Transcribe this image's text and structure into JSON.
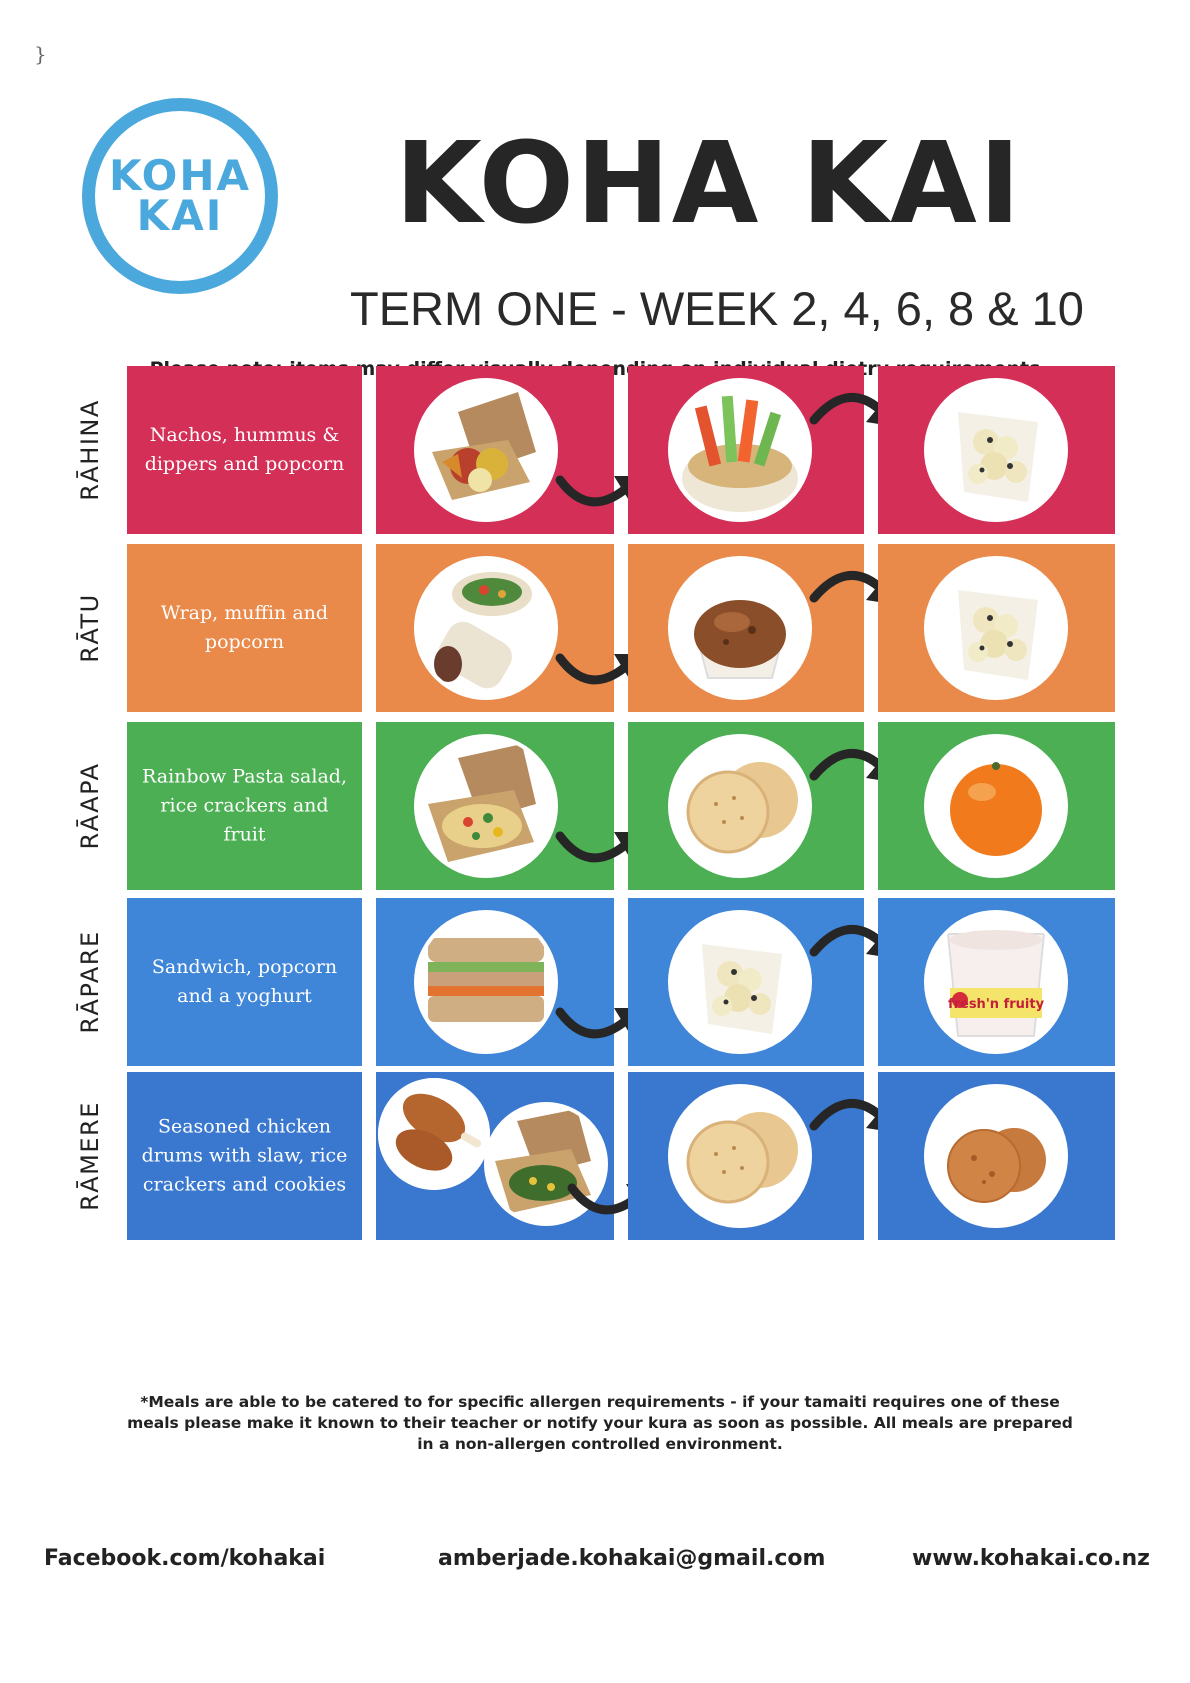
{
  "stray_mark": "}",
  "logo": {
    "line1": "KOHA",
    "line2": "KAI",
    "color": "#4aa8dd"
  },
  "title": "KOHA KAI",
  "subtitle": "TERM ONE - WEEK 2, 4, 6, 8 & 10",
  "note": "Please note: items may differ visually depending on individual dietry requirements",
  "days": [
    {
      "day": "RĀHINA",
      "description": "Nachos, hummus & dippers and popcorn",
      "color": "#d42f57",
      "items": [
        "nachos-box-image",
        "hummus-dippers-image",
        "popcorn-image"
      ]
    },
    {
      "day": "RĀTU",
      "description": "Wrap, muffin and popcorn",
      "color": "#e9894a",
      "items": [
        "wrap-image",
        "muffin-image",
        "popcorn-image"
      ]
    },
    {
      "day": "RĀAPA",
      "description": "Rainbow Pasta salad, rice crackers and fruit",
      "color": "#4caf53",
      "items": [
        "pasta-salad-box-image",
        "rice-crackers-image",
        "mandarin-image"
      ]
    },
    {
      "day": "RĀPARE",
      "description": "Sandwich, popcorn and a yoghurt",
      "color": "#3f85d8",
      "items": [
        "sandwich-image",
        "popcorn-image",
        "yoghurt-image"
      ]
    },
    {
      "day": "RĀMERE",
      "description": "Seasoned chicken drums with slaw, rice crackers and cookies",
      "color": "#3a78d0",
      "items": [
        "chicken-slaw-image",
        "rice-crackers-image",
        "cookies-image"
      ]
    }
  ],
  "yoghurt_label": "fresh'n fruity",
  "footnote": "*Meals are able to be catered to for specific allergen requirements - if your tamaiti requires one of these meals please make it known to their teacher or notify your kura as soon as possible. All meals are prepared in a non-allergen controlled environment.",
  "footer": {
    "facebook": "Facebook.com/kohakai",
    "email": "amberjade.kohakai@gmail.com",
    "website": "www.kohakai.co.nz"
  }
}
